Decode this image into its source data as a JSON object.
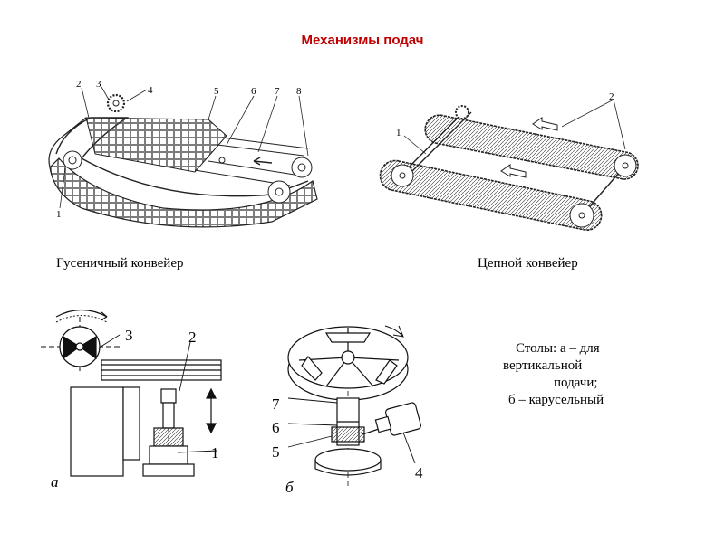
{
  "title": "Механизмы подач",
  "captions": {
    "track_conveyor": "Гусеничный  конвейер",
    "chain_conveyor": "Цепной конвейер"
  },
  "tables_note": {
    "line1": "Столы: а – для",
    "line2": "вертикальной",
    "line3": "подачи;",
    "line4": "б – карусельный"
  },
  "track_labels": [
    "1",
    "2",
    "3",
    "4",
    "5",
    "6",
    "7",
    "8"
  ],
  "chain_labels": [
    "1",
    "2"
  ],
  "table_a_labels": [
    "1",
    "2",
    "3",
    "а"
  ],
  "table_b_labels": [
    "4",
    "5",
    "6",
    "7",
    "б"
  ]
}
